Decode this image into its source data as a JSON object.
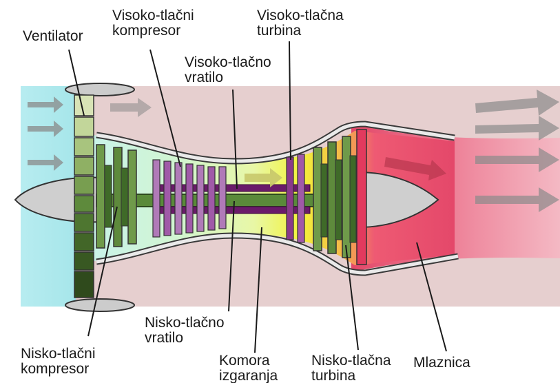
{
  "labels": {
    "ventilator": [
      "Ventilator"
    ],
    "hp_compressor": [
      "Visoko-tlačni",
      "kompresor"
    ],
    "hp_turbine": [
      "Visoko-tlačna",
      "turbina"
    ],
    "hp_shaft": [
      "Visoko-tlačno",
      "vratilo"
    ],
    "lp_shaft": [
      "Nisko-tlačno",
      "vratilo"
    ],
    "lp_compressor": [
      "Nisko-tlačni",
      "kompresor"
    ],
    "combustion_chamber": [
      "Komora",
      "izgaranja"
    ],
    "lp_turbine": [
      "Nisko-tlačna",
      "turbina"
    ],
    "nozzle": [
      "Mlaznica"
    ]
  },
  "colors": {
    "intake_air": "#aee9ec",
    "bypass_air": "#e3cccc",
    "exhaust": "#e85a7a",
    "fan_blade": "#8aa86a",
    "lp_blade": "#5e8a3e",
    "hp_blade": "#a04ca0",
    "shaft_lp": "#4a7a3a",
    "shaft_hp": "#7a2a7a",
    "combustion": "#e8ef3a",
    "nacelle": "#e8e8e8",
    "spinner": "#c8c8c8",
    "flow_arrow": "#8a8a8a"
  }
}
